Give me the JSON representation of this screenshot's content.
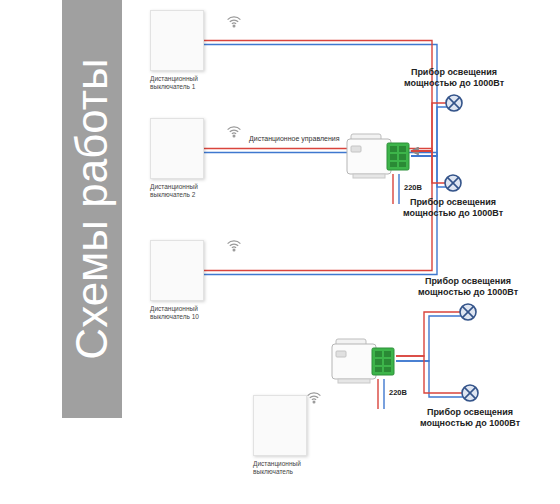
{
  "diagram": {
    "nodes": [
      {
        "text": [
          "Схемы работы"
        ]
      },
      {
        "text": [
          "Дистанционный выключатель 1"
        ]
      },
      {
        "text": [
          "Дистанционный выключатель 2"
        ]
      },
      {
        "text": [
          "Дистанционный выключатель 10"
        ]
      },
      {
        "text": []
      },
      {
        "text": [
          "Прибор освещения мощностью до 1000Вт"
        ]
      },
      {
        "text": [
          "Прибор освещения мощностью до 1000Вт"
        ]
      },
      {
        "text": [
          "Прибор освещения мощностью до 1000Вт"
        ]
      },
      {
        "text": []
      },
      {
        "text": [
          "Прибор освещения мощностью до 1000Вт"
        ]
      },
      {
        "text": [
          "Дистанционный выключатель"
        ]
      }
    ],
    "edges": [
      {
        "from": 1,
        "to": 4,
        "arrow": "to"
      },
      {
        "from": 2,
        "to": 4,
        "arrow": "to"
      },
      {
        "from": 3,
        "to": 4,
        "arrow": "to"
      },
      {
        "from": 4,
        "to": 5,
        "arrow": "none"
      },
      {
        "from": 4,
        "to": 6,
        "arrow": "none"
      },
      {
        "from": 8,
        "to": 7,
        "arrow": "none"
      },
      {
        "from": 8,
        "to": 9,
        "arrow": "none"
      }
    ],
    "labels": [
      "Дистанционное управления",
      "220В",
      "220В"
    ]
  }
}
